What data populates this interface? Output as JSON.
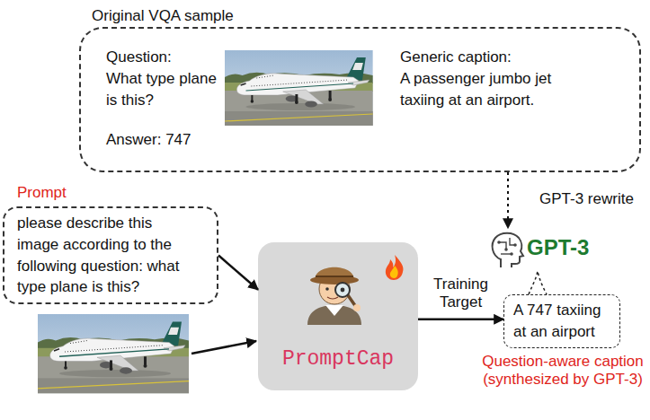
{
  "diagram": {
    "nodes": [
      {
        "text": [
          "Original VQA sample",
          "Question:",
          "What type plane is this?",
          "Answer: 747",
          "Generic caption:",
          "A passenger jumbo jet taxiing at an airport."
        ]
      },
      {
        "text": [
          "Prompt",
          "please describe this image according to the following question: what type plane is this?"
        ]
      },
      {
        "text": [
          "PromptCap"
        ]
      },
      {
        "text": [
          "GPT-3"
        ]
      },
      {
        "text": [
          "A 747 taxiing at an airport",
          "Question-aware caption (synthesized by GPT-3)"
        ]
      }
    ],
    "edges": [
      {
        "from": 1,
        "to": 2,
        "arrow": "to"
      },
      {
        "from": 2,
        "to": 4,
        "label": "Training Target",
        "arrow": "to"
      },
      {
        "from": 0,
        "to": 3,
        "label": "GPT-3 rewrite",
        "arrow": "to"
      }
    ]
  }
}
